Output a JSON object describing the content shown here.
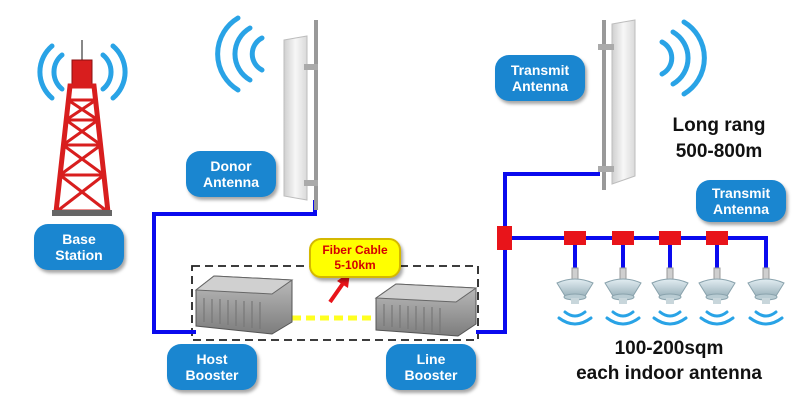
{
  "labels": {
    "base_station": [
      "Base",
      "Station"
    ],
    "donor_antenna": [
      "Donor",
      "Antenna"
    ],
    "transmit_antenna_top": [
      "Transmit",
      "Antenna"
    ],
    "transmit_antenna_right": [
      "Transmit",
      "Antenna"
    ],
    "host_booster": [
      "Host",
      "Booster"
    ],
    "line_booster": [
      "Line",
      "Booster"
    ],
    "fiber_cable": [
      "Fiber Cable",
      "5-10km"
    ]
  },
  "notes": {
    "long_range": [
      "Long rang",
      "500-800m"
    ],
    "indoor_coverage": [
      "100-200sqm",
      "each indoor antenna"
    ]
  },
  "colors": {
    "cable": "#0a0aee",
    "splitter": "#e8141a",
    "label_bg": "#1a86d0",
    "fiber_bg": "#ffff00",
    "fiber_text": "#d40000",
    "tower": "#d81e1e",
    "signal_wave": "#29a3e6"
  },
  "icons": {
    "tower": "cell-tower-icon",
    "panel_antenna": "panel-antenna-icon",
    "ceiling_antenna": "ceiling-antenna-icon",
    "booster": "booster-unit-icon",
    "splitter": "splitter-icon",
    "signal": "signal-wave-icon"
  },
  "indoor_antenna_count": 5
}
